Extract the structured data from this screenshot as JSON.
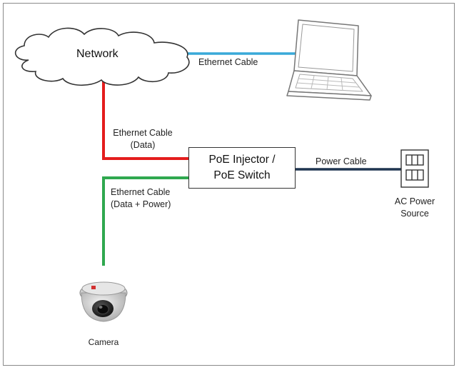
{
  "nodes": {
    "network": "Network",
    "poe_line1": "PoE Injector /",
    "poe_line2": "PoE Switch",
    "ac_line1": "AC Power",
    "ac_line2": "Source",
    "camera": "Camera"
  },
  "edges": {
    "laptop_cable": "Ethernet Cable",
    "data_cable_line1": "Ethernet Cable",
    "data_cable_line2": "(Data)",
    "power_cable": "Power Cable",
    "camera_cable_line1": "Ethernet Cable",
    "camera_cable_line2": "(Data + Power)"
  },
  "colors": {
    "laptop_cable": "#39a9d8",
    "data_cable": "#e41d1d",
    "camera_cable": "#2fa84f",
    "power_cable": "#1f3550"
  },
  "icons": [
    "cloud-icon",
    "laptop-icon",
    "power-outlet-icon",
    "dome-camera-icon"
  ]
}
